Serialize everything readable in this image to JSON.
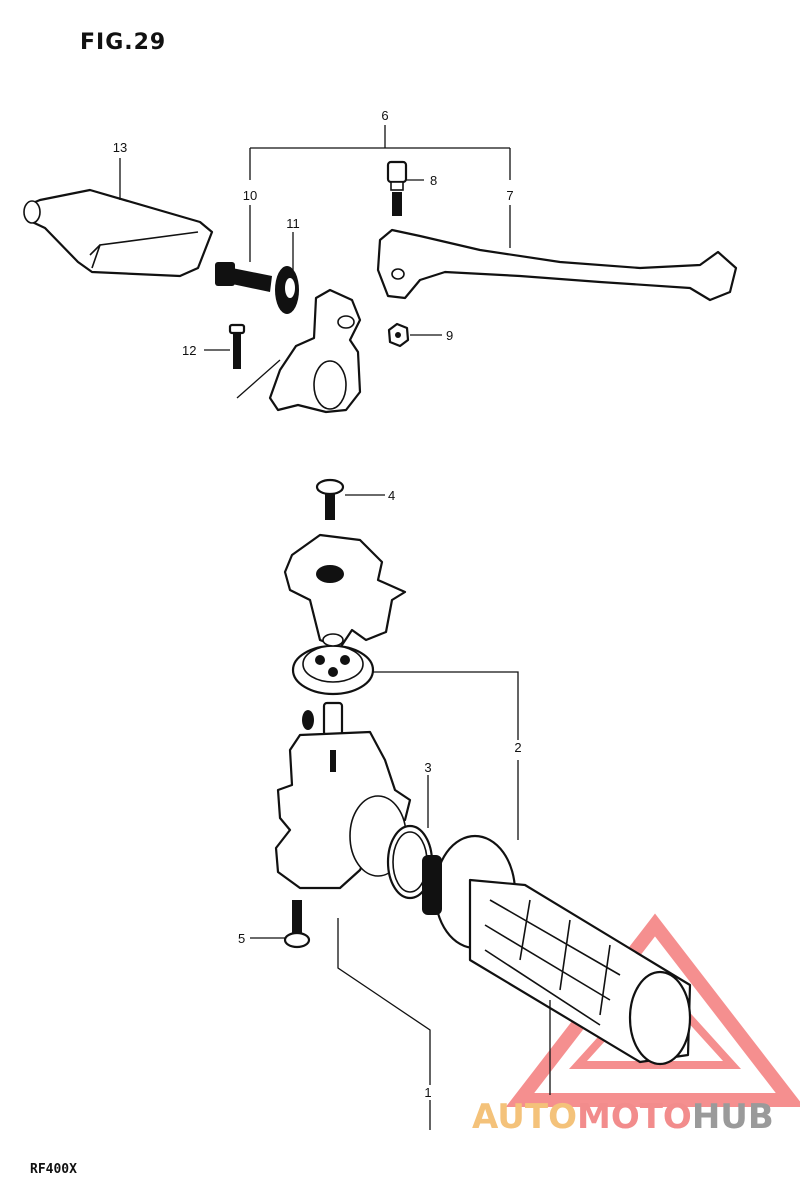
{
  "figure": {
    "title": "FIG.29",
    "model": "RF400X"
  },
  "callouts": [
    "1",
    "2",
    "3",
    "4",
    "5",
    "6",
    "7",
    "8",
    "9",
    "10",
    "11",
    "12",
    "13"
  ],
  "watermark": {
    "part1": "AUTO",
    "part2": "MOTO",
    "part3": "HUB",
    "colors": {
      "auto": "#f4c27a",
      "moto": "#f28c8c",
      "hub": "#9a9a9a",
      "triangle": "#f26a6a"
    }
  }
}
